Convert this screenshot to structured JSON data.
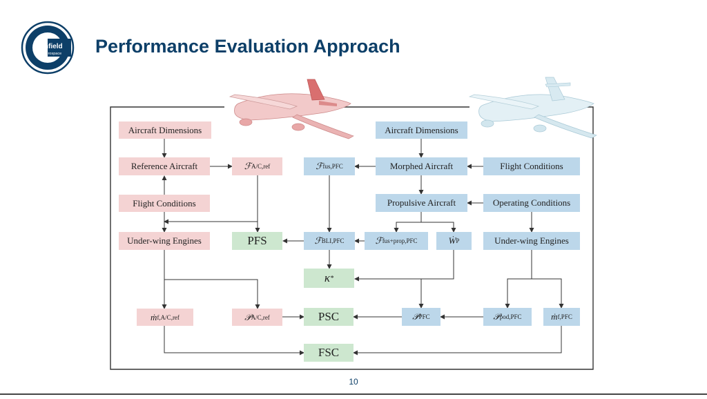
{
  "header": {
    "title": "Performance Evaluation Approach",
    "logo": {
      "brand": "Cranfield",
      "sub": "Aerospace"
    }
  },
  "footer": {
    "page_number": "10"
  },
  "colors": {
    "title": "#0d3f68",
    "reference_nodes": "#f4d3d3",
    "pfc_nodes": "#bcd7ea",
    "metric_nodes": "#cde7cf"
  },
  "diagram": {
    "aircraft_dims_ref": "Aircraft Dimensions",
    "reference_aircraft": "Reference Aircraft",
    "flight_conditions_ref": "Flight Conditions",
    "underwing_engines_ref": "Under-wing Engines",
    "f_ac_ref": {
      "sym": "ℱ",
      "sub": "A/C,ref"
    },
    "pfs": "PFS",
    "m_ac_ref": {
      "sym": "ṁ",
      "sub": "f,A/C,ref"
    },
    "p_ac_ref": {
      "sym": "𝒫",
      "sub": "A/C,ref"
    },
    "psc": "PSC",
    "fsc": "FSC",
    "kappa": {
      "sym": "κ",
      "sup": "*"
    },
    "aircraft_dims_pfc": "Aircraft Dimensions",
    "morphed_aircraft": "Morphed Aircraft",
    "flight_conditions_pfc": "Flight Conditions",
    "f_fus_pfc": {
      "sym": "ℱ",
      "sub": "fus,PFC"
    },
    "propulsive_aircraft": "Propulsive Aircraft",
    "operating_conditions": "Operating Conditions",
    "f_bli_pfc": {
      "sym": "ℱ",
      "sub": "BLI,PFC"
    },
    "f_fus_prop_pfc": {
      "sym": "ℱ",
      "sub": "fus+prop,PFC"
    },
    "w_p": {
      "sym": "Ẇ",
      "sub": "P"
    },
    "underwing_engines_pfc": "Under-wing Engines",
    "p_pfc": {
      "sym": "𝒫",
      "sub": "PFC"
    },
    "p_pod_pfc": {
      "sym": "𝒫",
      "sub": "pod,PFC"
    },
    "m_pfc": {
      "sym": "ṁ",
      "sub": "f,PFC"
    }
  }
}
